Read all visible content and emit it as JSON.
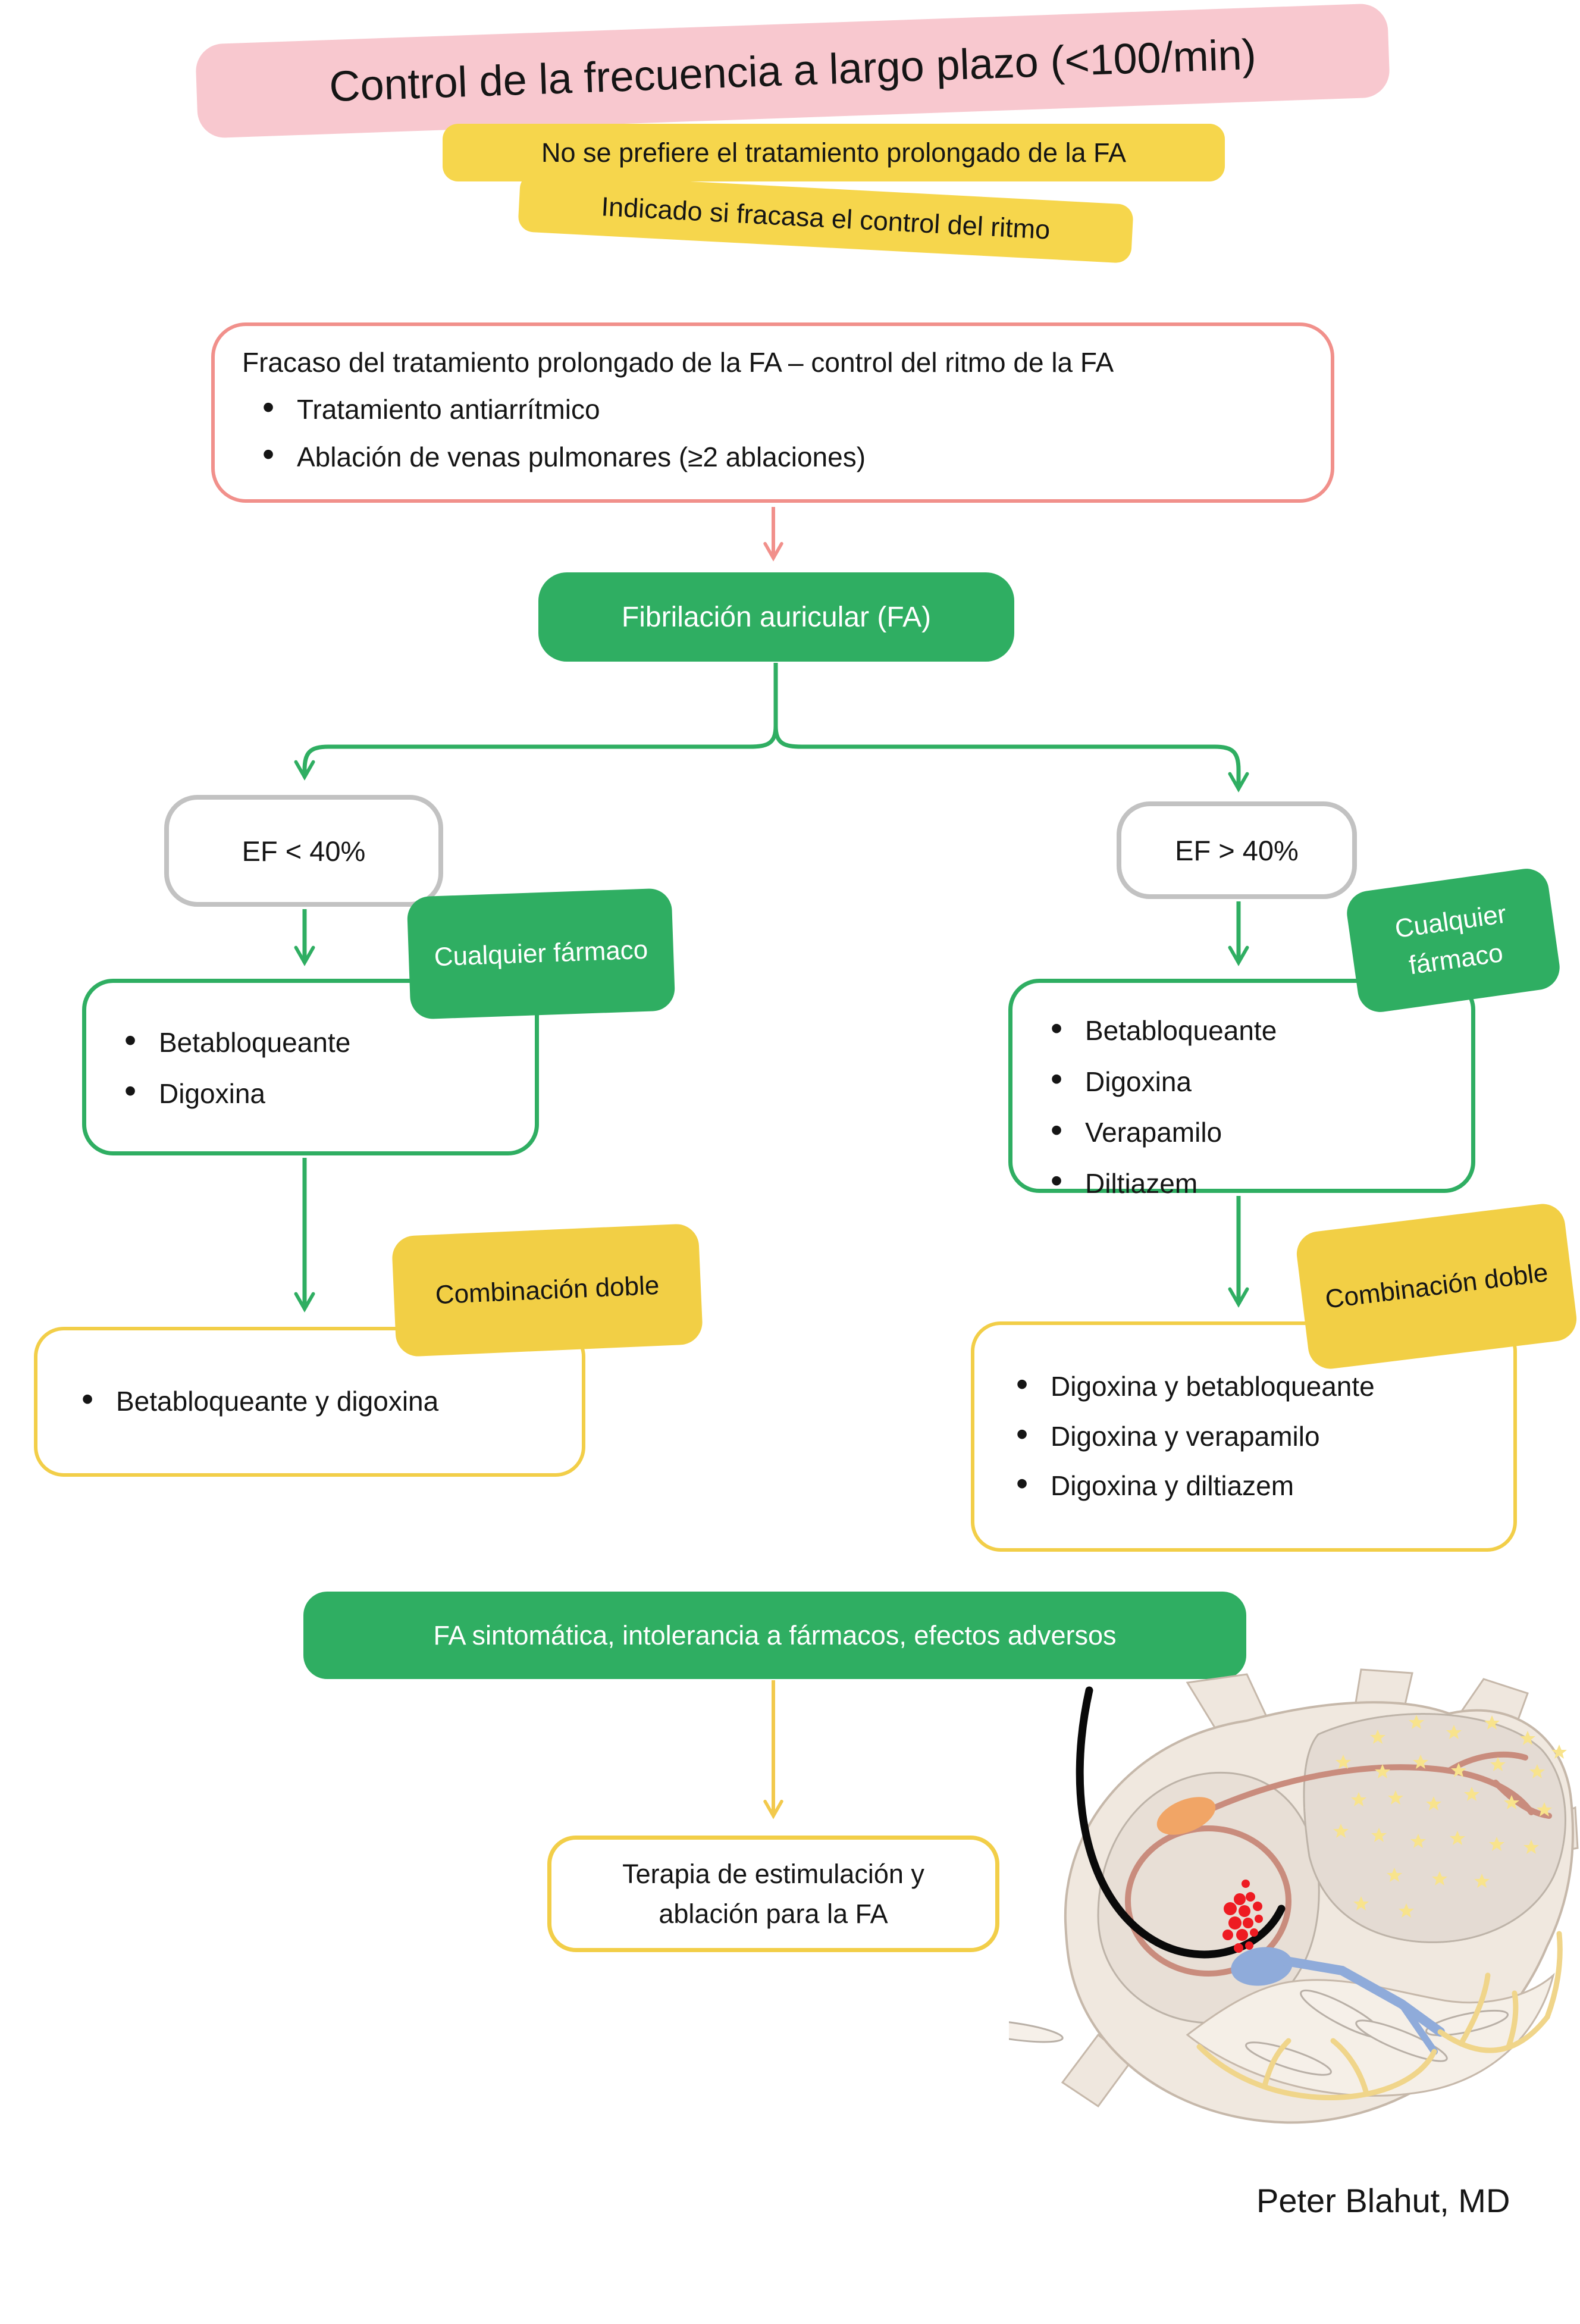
{
  "title": "Control de la frecuencia a largo plazo (<100/min)",
  "subtitles": {
    "line1": "No se prefiere el tratamiento prolongado de la FA",
    "line2": "Indicado si fracasa el control del ritmo"
  },
  "failure_box": {
    "title": "Fracaso del tratamiento prolongado de la FA – control del ritmo de la FA",
    "bullets": [
      "Tratamiento antiarrítmico",
      "Ablación de venas pulmonares (≥2 ablaciones)"
    ]
  },
  "af_node": {
    "label": "Fibrilación auricular (FA)"
  },
  "left_branch": {
    "condition": "EF < 40%",
    "any_drug_label": "Cualquier fármaco",
    "drugs": [
      "Betabloqueante",
      "Digoxina"
    ],
    "combo_label": "Combinación doble",
    "combos": [
      "Betabloqueante y digoxina"
    ]
  },
  "right_branch": {
    "condition": "EF > 40%",
    "any_drug_label": "Cualquier fármaco",
    "drugs": [
      "Betabloqueante",
      "Digoxina",
      "Verapamilo",
      "Diltiazem"
    ],
    "combo_label": "Combinación doble",
    "combos": [
      "Digoxina y betabloqueante",
      "Digoxina y verapamilo",
      "Digoxina y diltiazem"
    ]
  },
  "symptomatic_banner": "FA sintomática, intolerancia a fármacos, efectos adversos",
  "therapy_box": "Terapia de estimulación y ablación para la FA",
  "credit": "Peter Blahut, MD",
  "colors": {
    "pink": "#F8C8CF",
    "yellow_fill": "#F6D64C",
    "yellow_border": "#F2CE48",
    "yellow_line": "#F2C94C",
    "green": "#2FAE62",
    "salmon": "#F1908B",
    "gray_border": "#C2C2C2",
    "star_yellow": "#F8E38C",
    "ablation_red": "#EE1B22"
  }
}
